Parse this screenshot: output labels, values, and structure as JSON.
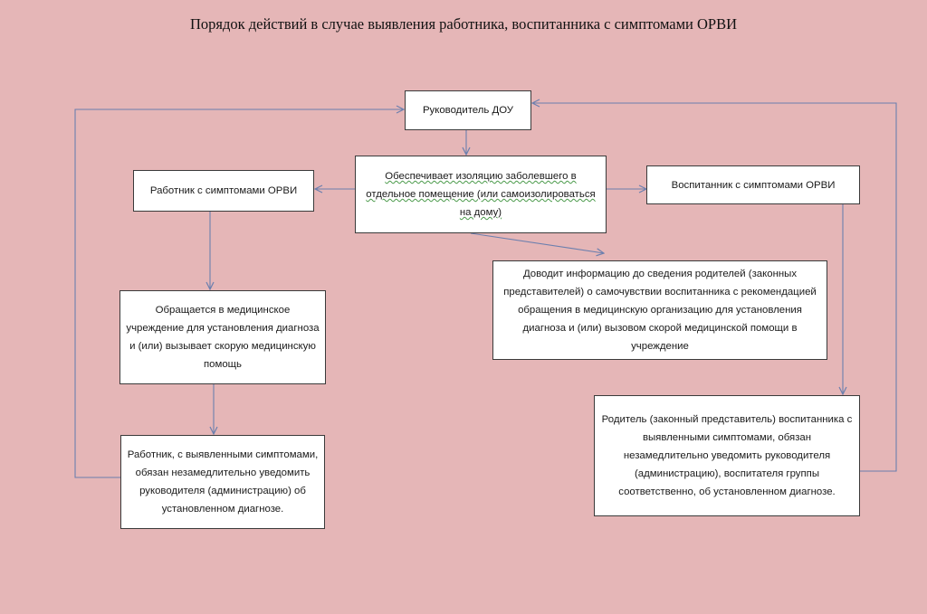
{
  "title": "Порядок действий в случае выявления работника, воспитанника с симптомами ОРВИ",
  "colors": {
    "background": "#e5b6b7",
    "connector": "#6b7fae",
    "box_fill": "#ffffff",
    "box_border": "#3a3a3a"
  },
  "nodes": {
    "leader": "Руководитель  ДОУ",
    "isolation": "Обеспечивает изоляцию заболевшего в отдельное помещение  (или самоизолироваться на дому)",
    "worker": "Работник с симптомами ОРВИ",
    "child": "Воспитанник с симптомами ОРВИ",
    "inform": "Доводит  информацию до сведения родителей (законных представителей) о самочувствии воспитанника с рекомендацией обращения в медицинскую  организацию для установления диагноза и (или) вызовом скорой медицинской помощи в учреждение",
    "medical": "Обращается   в медицинское учреждение для установления диагноза и (или) вызывает скорую медицинскую помощь",
    "worker_notify": "Работник, с выявленными симптомами, обязан незамедлительно уведомить руководителя  (администрацию) об установленном диагнозе.",
    "parent_notify": "Родитель  (законный представитель) воспитанника с выявленными симптомами, обязан незамедлительно уведомить руководителя  (администрацию), воспитателя группы соответственно, об установленном диагнозе."
  },
  "edges": [
    {
      "from": "leader",
      "to": "isolation"
    },
    {
      "from": "isolation",
      "to": "worker"
    },
    {
      "from": "isolation",
      "to": "child"
    },
    {
      "from": "isolation",
      "to": "inform"
    },
    {
      "from": "worker",
      "to": "medical"
    },
    {
      "from": "medical",
      "to": "worker_notify"
    },
    {
      "from": "worker_notify",
      "to": "leader"
    },
    {
      "from": "child",
      "to": "parent_notify"
    },
    {
      "from": "parent_notify",
      "to": "leader"
    }
  ]
}
